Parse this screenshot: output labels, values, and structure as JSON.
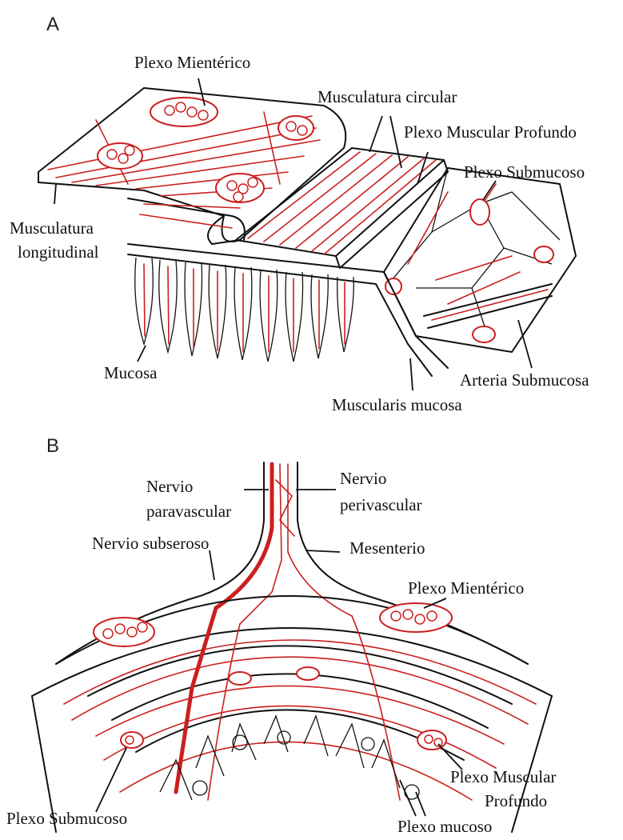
{
  "panel_a": {
    "letter": "A",
    "labels": {
      "plexo_mienterico": "Plexo Mientérico",
      "musculatura_circular": "Musculatura circular",
      "plexo_muscular_profundo": "Plexo Muscular Profundo",
      "plexo_submucoso": "Plexo Submucoso",
      "musculatura_longitudinal_1": "Musculatura",
      "musculatura_longitudinal_2": "longitudinal",
      "mucosa": "Mucosa",
      "arteria_submucosa": "Arteria Submucosa",
      "muscularis_mucosa": "Muscularis mucosa"
    }
  },
  "panel_b": {
    "letter": "B",
    "labels": {
      "nervio_paravascular_1": "Nervio",
      "nervio_paravascular_2": "paravascular",
      "nervio_perivascular_1": "Nervio",
      "nervio_perivascular_2": "perivascular",
      "nervio_subseroso": "Nervio subseroso",
      "mesenterio": "Mesenterio",
      "plexo_mienterico": "Plexo Mientérico",
      "plexo_muscular_profundo_1": "Plexo Muscular",
      "plexo_muscular_profundo_2": "Profundo",
      "plexo_submucoso": "Plexo Submucoso",
      "plexo_mucoso": "Plexo mucoso"
    }
  },
  "colors": {
    "nerve": "#cc1f1f",
    "outline": "#111111",
    "background": "#ffffff"
  }
}
